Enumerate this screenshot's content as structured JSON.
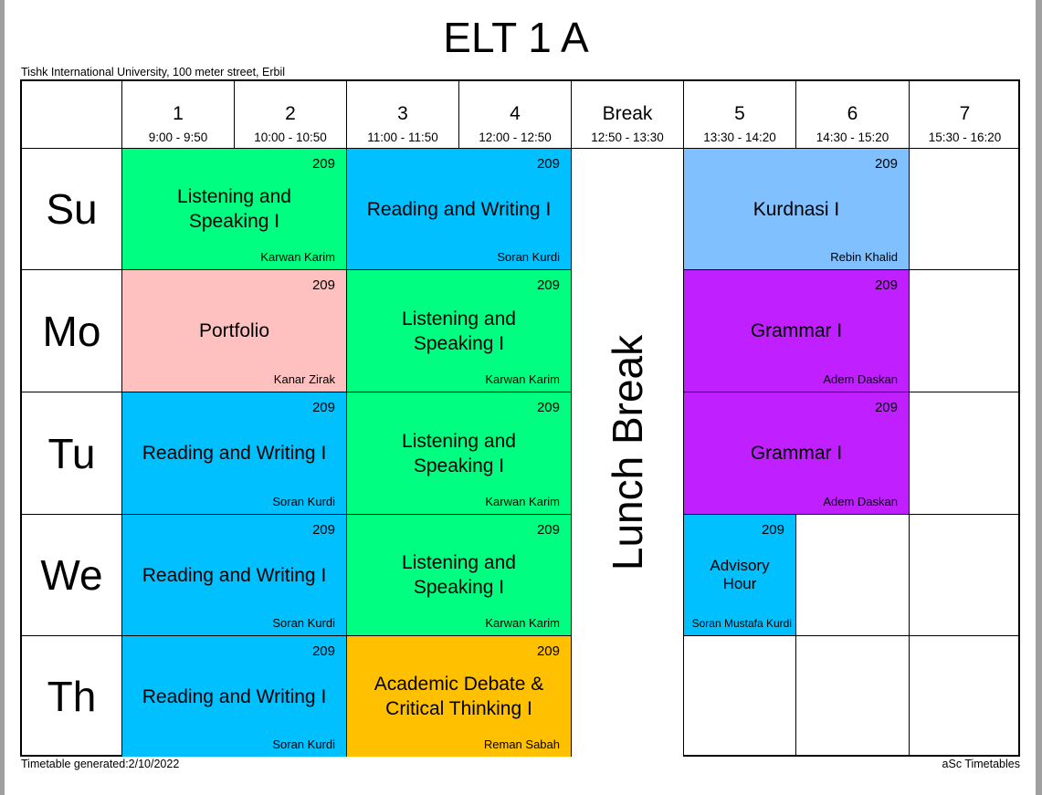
{
  "title": "ELT 1 A",
  "subtitle": "Tishk International University, 100 meter street, Erbil",
  "footer_left": "Timetable generated:2/10/2022",
  "footer_right": "aSc Timetables",
  "columns": [
    {
      "label": "1",
      "time": "9:00 - 9:50"
    },
    {
      "label": "2",
      "time": "10:00 - 10:50"
    },
    {
      "label": "3",
      "time": "11:00 - 11:50"
    },
    {
      "label": "4",
      "time": "12:00 - 12:50"
    },
    {
      "label": "Break",
      "time": "12:50 - 13:30"
    },
    {
      "label": "5",
      "time": "13:30 - 14:20"
    },
    {
      "label": "6",
      "time": "14:30 - 15:20"
    },
    {
      "label": "7",
      "time": "15:30 - 16:20"
    }
  ],
  "days": [
    "Su",
    "Mo",
    "Tu",
    "We",
    "Th"
  ],
  "break_label": "Lunch Break",
  "colors": {
    "green": "#00FF80",
    "blue": "#00C0FF",
    "lightblue": "#80C0FF",
    "pink": "#FFC0C0",
    "purple": "#C020FF",
    "orange": "#FFC000"
  },
  "lessons": [
    {
      "day": 0,
      "col": 0,
      "span": 2,
      "subject": "Listening and Speaking I",
      "room": "209",
      "teacher": "Karwan Karim",
      "color": "green"
    },
    {
      "day": 0,
      "col": 2,
      "span": 2,
      "subject": "Reading and Writing I",
      "room": "209",
      "teacher": "Soran Kurdi",
      "color": "blue"
    },
    {
      "day": 0,
      "col": 5,
      "span": 2,
      "subject": "Kurdnasi I",
      "room": "209",
      "teacher": "Rebin Khalid",
      "color": "lightblue"
    },
    {
      "day": 1,
      "col": 0,
      "span": 2,
      "subject": "Portfolio",
      "room": "209",
      "teacher": "Kanar Zirak",
      "color": "pink"
    },
    {
      "day": 1,
      "col": 2,
      "span": 2,
      "subject": "Listening and Speaking I",
      "room": "209",
      "teacher": "Karwan Karim",
      "color": "green"
    },
    {
      "day": 1,
      "col": 5,
      "span": 2,
      "subject": "Grammar I",
      "room": "209",
      "teacher": "Adem Daskan",
      "color": "purple"
    },
    {
      "day": 2,
      "col": 0,
      "span": 2,
      "subject": "Reading and Writing I",
      "room": "209",
      "teacher": "Soran Kurdi",
      "color": "blue"
    },
    {
      "day": 2,
      "col": 2,
      "span": 2,
      "subject": "Listening and Speaking I",
      "room": "209",
      "teacher": "Karwan Karim",
      "color": "green"
    },
    {
      "day": 2,
      "col": 5,
      "span": 2,
      "subject": "Grammar I",
      "room": "209",
      "teacher": "Adem Daskan",
      "color": "purple"
    },
    {
      "day": 3,
      "col": 0,
      "span": 2,
      "subject": "Reading and Writing I",
      "room": "209",
      "teacher": "Soran Kurdi",
      "color": "blue"
    },
    {
      "day": 3,
      "col": 2,
      "span": 2,
      "subject": "Listening and Speaking I",
      "room": "209",
      "teacher": "Karwan Karim",
      "color": "green"
    },
    {
      "day": 3,
      "col": 5,
      "span": 1,
      "subject": "Advisory Hour",
      "room": "209",
      "teacher": "Soran Mustafa Kurdi",
      "color": "blue"
    },
    {
      "day": 4,
      "col": 0,
      "span": 2,
      "subject": "Reading and Writing I",
      "room": "209",
      "teacher": "Soran Kurdi",
      "color": "blue"
    },
    {
      "day": 4,
      "col": 2,
      "span": 2,
      "subject": "Academic Debate & Critical Thinking I",
      "room": "209",
      "teacher": "Reman Sabah",
      "color": "orange"
    }
  ]
}
